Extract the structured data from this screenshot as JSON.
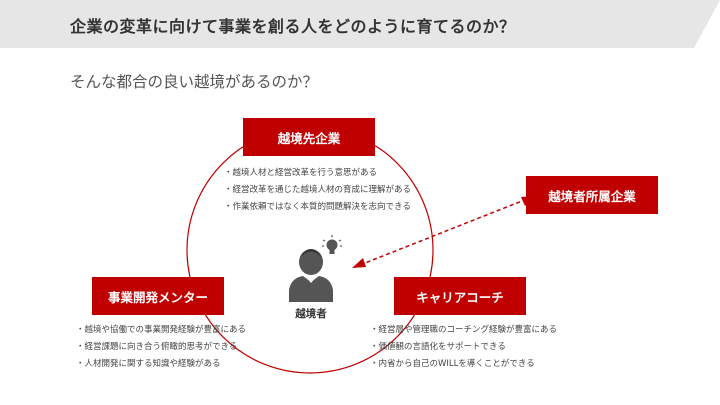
{
  "header": {
    "title": "企業の変革に向けて事業を創る人をどのように育てるのか？"
  },
  "subtitle": "そんな都合の良い越境があるのか？",
  "diagram": {
    "accent_color": "#c00000",
    "nodes": {
      "top": {
        "label": "越境先企業",
        "bullets": [
          "・越境人材と経営改革を行う意思がある",
          "・経営改革を通じた越境人材の育成に理解がある",
          "・作業依頼ではなく本質的問題解決を志向できる"
        ]
      },
      "left": {
        "label": "事業開発メンター",
        "bullets": [
          "・越境や協働での事業開発経験が豊富にある",
          "・経営課題に向き合う俯瞰的思考ができる",
          "・人材開発に関する知識や経験がある"
        ]
      },
      "right": {
        "label": "キャリアコーチ",
        "bullets": [
          "・経営層や管理職のコーチング経験が豊富にある",
          "・価値観の言語化をサポートできる",
          "・内省から自己のWILLを導くことができる"
        ]
      },
      "far_right": {
        "label": "越境者所属企業"
      }
    },
    "center": {
      "label": "越境者",
      "person_icon": "person-icon",
      "idea_icon": "lightbulb-icon"
    }
  }
}
